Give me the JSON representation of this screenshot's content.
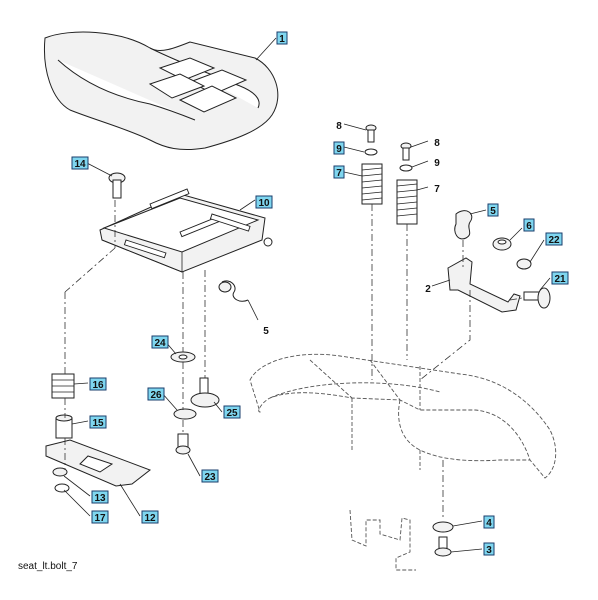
{
  "diagram": {
    "caption": "seat_lt.bolt_7",
    "callouts": [
      {
        "id": "c1",
        "label": "1",
        "boxed": true
      },
      {
        "id": "c14",
        "label": "14",
        "boxed": true
      },
      {
        "id": "c10",
        "label": "10",
        "boxed": true
      },
      {
        "id": "c5a",
        "label": "5",
        "boxed": false
      },
      {
        "id": "c24",
        "label": "24",
        "boxed": true
      },
      {
        "id": "c16",
        "label": "16",
        "boxed": true
      },
      {
        "id": "c26",
        "label": "26",
        "boxed": true
      },
      {
        "id": "c25",
        "label": "25",
        "boxed": true
      },
      {
        "id": "c15",
        "label": "15",
        "boxed": true
      },
      {
        "id": "c23",
        "label": "23",
        "boxed": true
      },
      {
        "id": "c13",
        "label": "13",
        "boxed": true
      },
      {
        "id": "c17",
        "label": "17",
        "boxed": true
      },
      {
        "id": "c12",
        "label": "12",
        "boxed": true
      },
      {
        "id": "c8a",
        "label": "8",
        "boxed": false
      },
      {
        "id": "c9a",
        "label": "9",
        "boxed": true
      },
      {
        "id": "c7a",
        "label": "7",
        "boxed": true
      },
      {
        "id": "c8b",
        "label": "8",
        "boxed": false
      },
      {
        "id": "c9b",
        "label": "9",
        "boxed": false
      },
      {
        "id": "c7b",
        "label": "7",
        "boxed": false
      },
      {
        "id": "c5b",
        "label": "5",
        "boxed": true
      },
      {
        "id": "c6",
        "label": "6",
        "boxed": true
      },
      {
        "id": "c22",
        "label": "22",
        "boxed": true
      },
      {
        "id": "c2",
        "label": "2",
        "boxed": false
      },
      {
        "id": "c21",
        "label": "21",
        "boxed": true
      },
      {
        "id": "c4",
        "label": "4",
        "boxed": true
      },
      {
        "id": "c3",
        "label": "3",
        "boxed": true
      }
    ]
  }
}
